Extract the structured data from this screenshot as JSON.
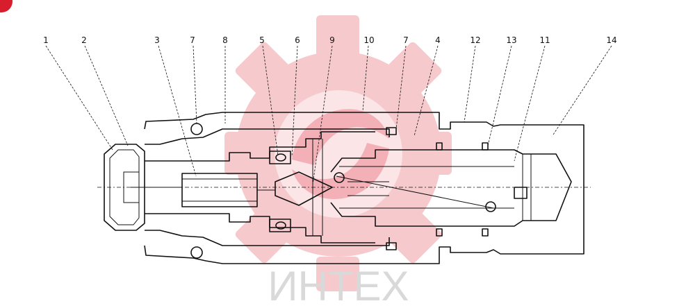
{
  "diagram": {
    "labels": [
      "1",
      "2",
      "3",
      "7",
      "8",
      "5",
      "6",
      "9",
      "10",
      "7",
      "4",
      "12",
      "13",
      "11",
      "14"
    ]
  },
  "watermark": {
    "text": "ИНТЕХ",
    "color": "#f2b3b8"
  }
}
